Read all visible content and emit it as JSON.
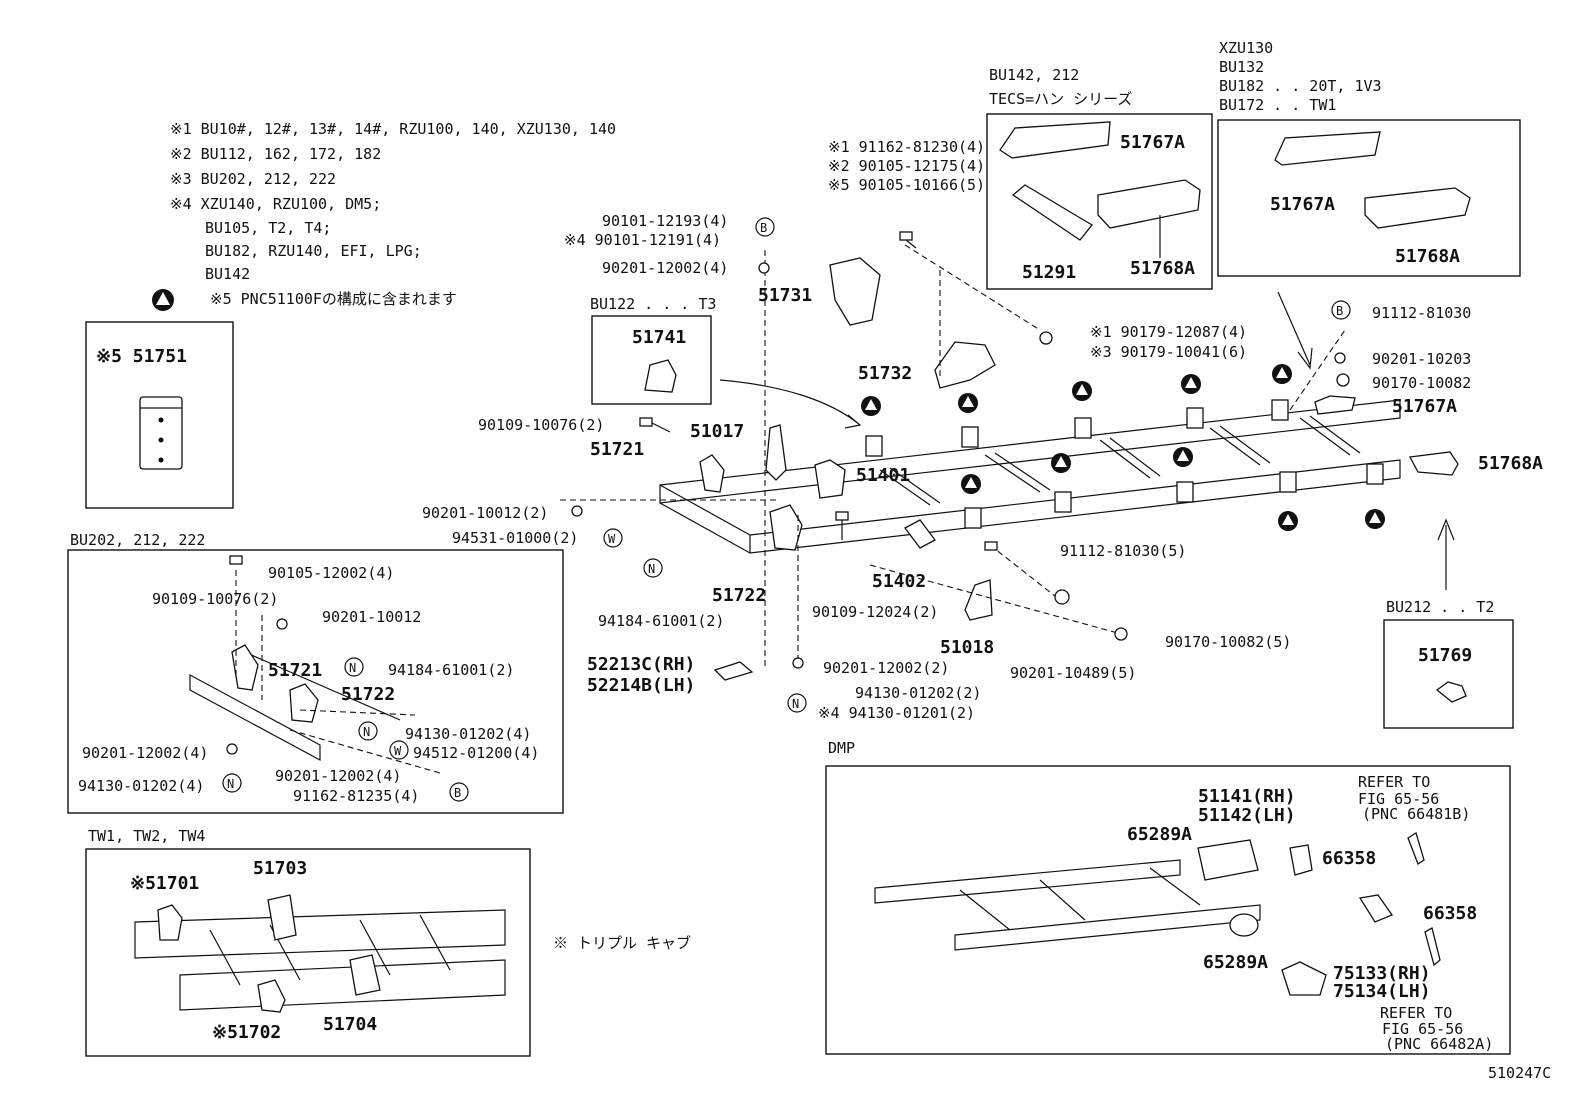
{
  "notes": [
    "※1 BU10#, 12#, 13#, 14#, RZU100, 140, XZU130, 140",
    "※2 BU112, 162, 172, 182",
    "※3 BU202, 212, 222",
    "※4 XZU140, RZU100, DM5;",
    "BU105, T2, T4;",
    "BU182, RZU140, EFI, LPG;",
    "BU142",
    "※5 PNC51100Fの構成に含まれます"
  ],
  "figure_code": "510247C",
  "boxes": {
    "b51751": {
      "parts": [
        "※5 51751"
      ]
    },
    "bu122": {
      "header": "BU122 . . . T3",
      "parts": [
        "51741"
      ]
    },
    "bu142": {
      "header": [
        "BU142, 212",
        "TECS=ハン シリーズ"
      ],
      "parts": [
        "51767A",
        "51291",
        "51768A"
      ]
    },
    "xzu130": {
      "header": [
        "XZU130",
        "BU132",
        "BU182 . . 20T, 1V3",
        "BU172 . . TW1"
      ],
      "parts": [
        "51767A",
        "51768A"
      ]
    },
    "bu212": {
      "header": "BU212 . . T2",
      "parts": [
        "51769"
      ]
    },
    "bu202": {
      "header": "BU202, 212, 222",
      "labels": [
        "90105-12002(4)",
        "90109-10076(2)",
        "90201-10012",
        "51721",
        "94184-61001(2)",
        "51722",
        "94130-01202(4)",
        "94512-01200(4)",
        "90201-12002(4)",
        "90201-12002(4)",
        "94130-01202(4)",
        "91162-81235(4)"
      ]
    },
    "tw": {
      "header": "TW1, TW2, TW4",
      "labels": [
        "※51701",
        "51703",
        "※51702",
        "51704"
      ],
      "note": "※ トリプル キャブ"
    },
    "dmp": {
      "header": "DMP",
      "labels": [
        "51141(RH)",
        "51142(LH)",
        "65289A",
        "66358",
        "66358",
        "65289A",
        "75133(RH)",
        "75134(LH)"
      ],
      "refer_top": [
        "REFER TO",
        "FIG 65-56",
        "(PNC 66481B)"
      ],
      "refer_bottom": [
        "REFER TO",
        "FIG 65-56",
        "(PNC 66482A)"
      ]
    }
  },
  "main_labels": {
    "top_bolts": [
      "※1 91162-81230(4)",
      "※2 90105-12175(4)",
      "※5 90105-10166(5)"
    ],
    "b_bolts": [
      "90101-12193(4)",
      "※4 90101-12191(4)",
      "90201-12002(4)"
    ],
    "nuts": [
      "※1 90179-12087(4)",
      "※3 90179-10041(6)"
    ],
    "right_stack": [
      "91112-81030",
      "90201-10203",
      "90170-10082",
      "51767A",
      "51768A"
    ],
    "parts": [
      "51731",
      "51732",
      "51017",
      "51721",
      "51401",
      "90109-10076(2)",
      "90201-10012(2)",
      "94531-01000(2)",
      "94184-61001(2)",
      "51722",
      "51402",
      "51018",
      "90109-12024(2)",
      "91112-81030(5)",
      "90201-10489(5)",
      "90170-10082(5)",
      "52213C(RH)",
      "52214B(LH)",
      "90201-12002(2)",
      "94130-01202(2)",
      "※4 94130-01201(2)"
    ]
  },
  "circle_letters": {
    "b": "B",
    "w": "W",
    "n": "N"
  }
}
